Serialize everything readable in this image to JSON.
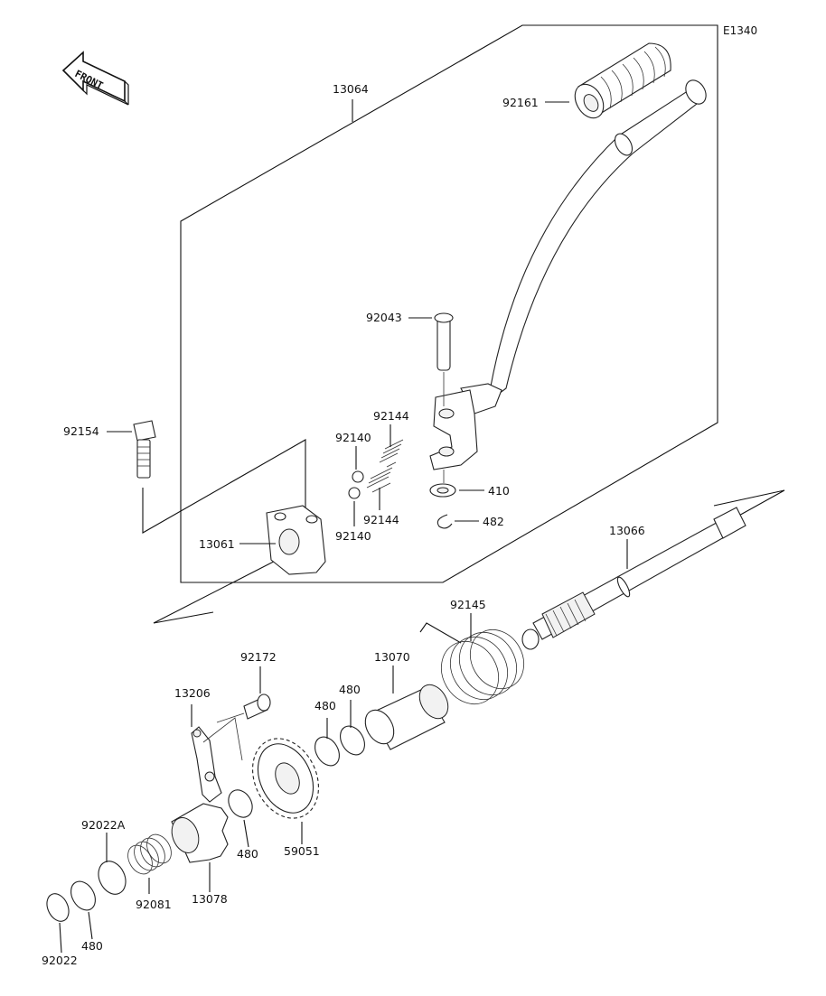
{
  "diagram": {
    "code": "E1340",
    "front_label": "FRONT",
    "labels": {
      "l13064": "13064",
      "l92161": "92161",
      "l92043": "92043",
      "l92154": "92154",
      "l92144a": "92144",
      "l92140a": "92140",
      "l92144b": "92144",
      "l92140b": "92140",
      "l410": "410",
      "l482": "482",
      "l13061": "13061",
      "l13066": "13066",
      "l92145": "92145",
      "l13070": "13070",
      "l92172": "92172",
      "l13206": "13206",
      "l480a": "480",
      "l480b": "480",
      "l480c": "480",
      "l480d": "480",
      "l59051": "59051",
      "l92022A": "92022A",
      "l92081": "92081",
      "l13078": "13078",
      "l92022": "92022"
    }
  }
}
